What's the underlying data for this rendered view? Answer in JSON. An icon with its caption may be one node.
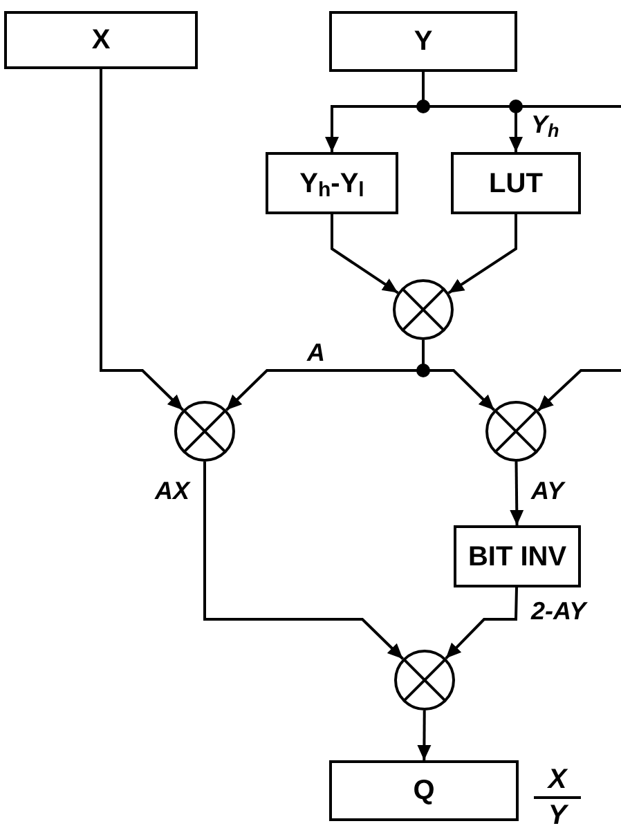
{
  "diagram": {
    "nodes": [
      {
        "text": [
          "X"
        ]
      },
      {
        "text": [
          "Y"
        ]
      },
      {
        "text": [
          "Y$_{h}$-Y$_{l}$"
        ]
      },
      {
        "text": [
          "LUT"
        ]
      },
      {
        "text": [],
        "shape": "circle"
      },
      {
        "text": [],
        "shape": "circle"
      },
      {
        "text": [],
        "shape": "circle"
      },
      {
        "text": [
          "BIT INV"
        ]
      },
      {
        "text": [],
        "shape": "circle"
      },
      {
        "text": [
          "Q"
        ],
        "beside": [
          "X",
          "Y"
        ]
      }
    ],
    "edges": [
      {
        "from": 1,
        "to": 2,
        "arrow": "to"
      },
      {
        "from": 1,
        "to": 3,
        "arrow": "to",
        "label": "Y$_{h}$"
      },
      {
        "from": 1,
        "to": null,
        "arrow": "none"
      },
      {
        "from": 2,
        "to": 4,
        "arrow": "to"
      },
      {
        "from": 3,
        "to": 4,
        "arrow": "to"
      },
      {
        "from": 4,
        "to": 5,
        "arrow": "to",
        "label": "A"
      },
      {
        "from": 4,
        "to": 6,
        "arrow": "to"
      },
      {
        "from": 0,
        "to": 5,
        "arrow": "to"
      },
      {
        "from": null,
        "to": 6,
        "arrow": "to"
      },
      {
        "from": 5,
        "to": 8,
        "arrow": "to",
        "label": "AX"
      },
      {
        "from": 6,
        "to": 7,
        "arrow": "to",
        "label": "AY"
      },
      {
        "from": 7,
        "to": 8,
        "arrow": "to",
        "label": "2-AY"
      },
      {
        "from": 8,
        "to": 9,
        "arrow": "to"
      }
    ]
  }
}
